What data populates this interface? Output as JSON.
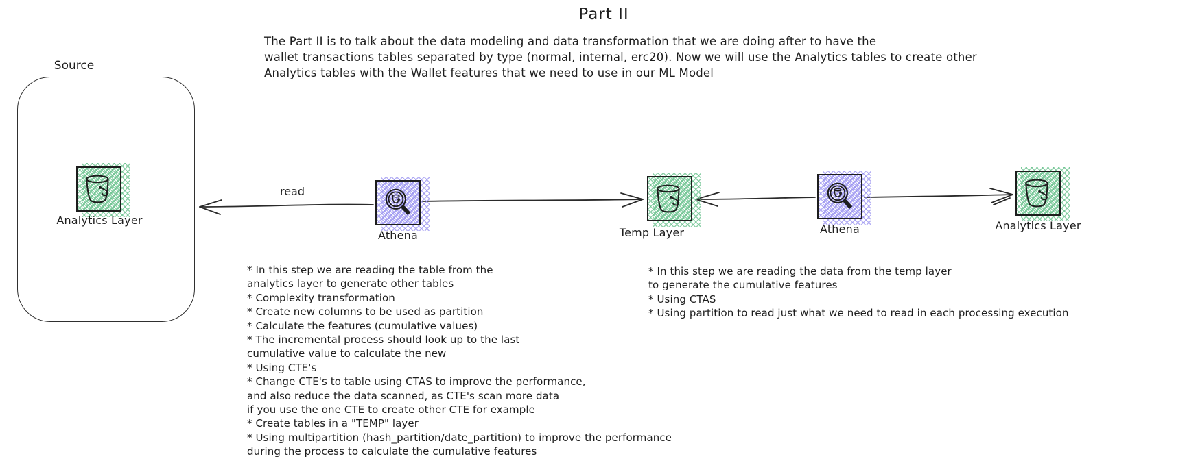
{
  "title": "Part II",
  "intro": {
    "text": "The Part II is to talk about the data modeling and data transformation that we are doing after to have the\nwallet transactions tables separated by type (normal, internal, erc20). Now we will use the Analytics tables to create other\nAnalytics tables with the Wallet features that we need to use in our ML Model"
  },
  "source_group": {
    "label": "Source"
  },
  "nodes": [
    {
      "id": "analytics-layer-source",
      "type": "s3-bucket",
      "label": "Analytics Layer"
    },
    {
      "id": "athena-1",
      "type": "athena",
      "label": "Athena"
    },
    {
      "id": "temp-layer",
      "type": "s3-bucket",
      "label": "Temp Layer"
    },
    {
      "id": "athena-2",
      "type": "athena",
      "label": "Athena"
    },
    {
      "id": "analytics-layer-target",
      "type": "s3-bucket",
      "label": "Analytics Layer"
    }
  ],
  "edges": [
    {
      "from": "athena-1",
      "to": "analytics-layer-source",
      "label": "read",
      "direction": "left"
    },
    {
      "from": "athena-1",
      "to": "temp-layer",
      "label": "",
      "direction": "right"
    },
    {
      "from": "athena-2",
      "to": "temp-layer",
      "label": "",
      "direction": "left"
    },
    {
      "from": "athena-2",
      "to": "analytics-layer-target",
      "label": "",
      "direction": "right"
    }
  ],
  "notes_left": {
    "lines": [
      "* In this step we are reading the table from the",
      "analytics layer to generate other tables",
      "* Complexity transformation",
      "* Create new columns to be used as partition",
      "* Calculate the features (cumulative values)",
      "* The incremental process should look up to the last",
      "cumulative value to calculate the new",
      "* Using CTE's",
      "* Change CTE's to table using CTAS to improve the performance,",
      "and also reduce the data scanned, as CTE's scan more data",
      "if you use the one CTE to create other CTE for example",
      "* Create tables in a \"TEMP\" layer",
      "* Using multipartition (hash_partition/date_partition) to improve the performance",
      "during the process to calculate the cumulative features"
    ]
  },
  "notes_right": {
    "lines": [
      "* In this step we are reading the data from the temp layer",
      "to generate the cumulative features",
      "* Using CTAS",
      "* Using partition to read just what we need to read in each processing execution"
    ]
  },
  "colors": {
    "ink": "#1e1e1e",
    "bucket_hatch": "#68c18c",
    "athena_hatch": "#968ff0",
    "background": "#ffffff"
  }
}
